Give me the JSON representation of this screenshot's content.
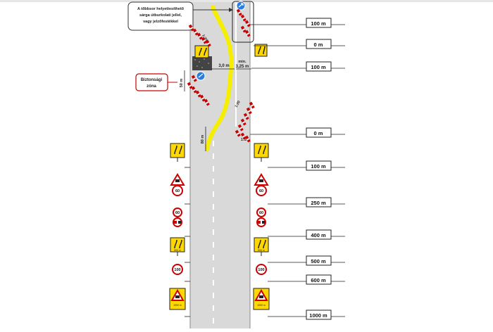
{
  "callout_note": [
    "A tőbbsor helyettesíthető",
    "sárga útburkolati jellel,",
    "vagy jelzőfestékkel"
  ],
  "safety_zone": [
    "Biztonsági",
    "zóna"
  ],
  "widths": {
    "lane": "3,0 m",
    "min_label": "min.",
    "min_value": "3,25 m"
  },
  "distance_markers": {
    "upper": [
      "100 m",
      "0 m",
      "100 m",
      "0 m"
    ],
    "lower": [
      "100 m",
      "250 m",
      "400 m",
      "500 m",
      "600 m",
      "1000 m"
    ]
  },
  "annotations": {
    "taper_ratio_top": "1:20",
    "taper_ratio_upper_right": "1:20",
    "taper_ratio_lower": "1:10",
    "length_50m": "50 m",
    "length_80m": "80 m",
    "sign_panel_distances": [
      "400 m",
      "500 m",
      "1000 m"
    ],
    "speed_limit": [
      "60",
      "100"
    ]
  },
  "colors": {
    "road": "#d9d9d9",
    "lane_mark_yellow": "#f5ee00",
    "sign_red": "#cc0000",
    "sign_yellow": "#ffd800",
    "cone_red": "#cc0000"
  }
}
